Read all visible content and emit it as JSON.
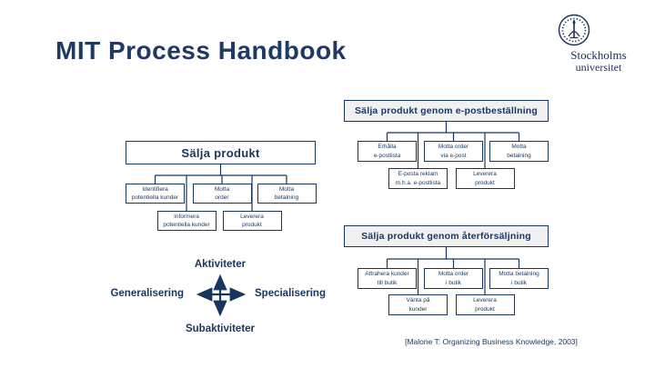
{
  "slide": {
    "title": "MIT Process Handbook",
    "citation": "[Malone T: Organizing Business Knowledge, 2003]"
  },
  "logo": {
    "icon": "stockholm-university-seal-icon",
    "line1": "Stockholms",
    "line2": "universitet"
  },
  "headers": {
    "email": "Sälja produkt genom e-postbeställning",
    "retail": "Sälja produkt genom återförsäljning"
  },
  "trees": {
    "left": {
      "root": "Sälja produkt",
      "children": [
        "Identifiera\npotentiella kunder",
        "Motta\norder",
        "Motta\nbetalning"
      ],
      "subchildren": [
        "Informera\npotentiella kunder",
        "Leverera\nprodukt"
      ]
    },
    "email": {
      "children": [
        "Erhålla\ne-postlista",
        "Motta order\nvia e-post",
        "Motta\nbetalning"
      ],
      "subchildren": [
        "E-posta reklam\nm.h.a. e-postlista",
        "Leverera\nprodukt"
      ]
    },
    "retail": {
      "children": [
        "Attrahera kunder\ntill butik",
        "Motta order\ni butik",
        "Motta betalning\ni butik"
      ],
      "subchildren": [
        "Vänta på\nkunder",
        "Leverera\nprodukt"
      ]
    }
  },
  "axes": {
    "top": "Aktiviteter",
    "bottom": "Subaktiviteter",
    "left": "Generalisering",
    "right": "Specialisering"
  },
  "colors": {
    "navy": "#17365d",
    "title_navy": "#1f3864",
    "header_fill": "#f1f1f1",
    "background": "#ffffff"
  }
}
